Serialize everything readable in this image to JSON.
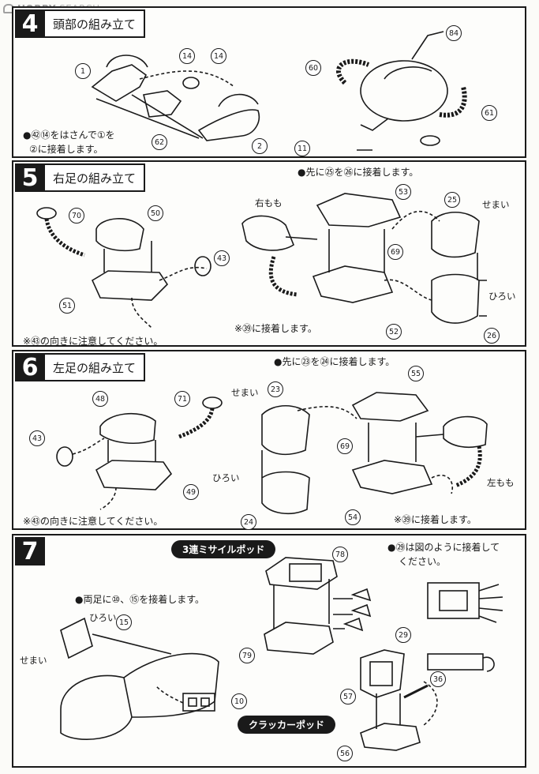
{
  "watermark": {
    "brand": "HOBBY",
    "suffix": "SEARCH"
  },
  "steps": [
    {
      "number": "4",
      "title": "頭部の組み立て",
      "notes": [
        "●㊷⑭をはさんで①を",
        "②に接着します。"
      ],
      "parts": [
        "1",
        "14",
        "14",
        "62",
        "2",
        "84",
        "60",
        "61",
        "11"
      ]
    },
    {
      "number": "5",
      "title": "右足の組み立て",
      "notes": [
        "●先に㉕を㉖に接着します。",
        "※㊸の向きに注意してください。",
        "※㊴に接着します。"
      ],
      "labels": [
        "右もも",
        "せまい",
        "ひろい"
      ],
      "parts": [
        "70",
        "50",
        "43",
        "51",
        "53",
        "25",
        "69",
        "52",
        "26"
      ]
    },
    {
      "number": "6",
      "title": "左足の組み立て",
      "notes": [
        "●先に㉓を㉔に接着します。",
        "※㊸の向きに注意してください。",
        "※㊴に接着します。"
      ],
      "labels": [
        "せまい",
        "ひろい",
        "左もも"
      ],
      "parts": [
        "48",
        "71",
        "23",
        "55",
        "43",
        "69",
        "49",
        "24",
        "54"
      ]
    },
    {
      "number": "7",
      "title": "",
      "badges": [
        "3連ミサイルポッド",
        "クラッカーポッド"
      ],
      "notes": [
        "●両足に⑩、⑮を接着します。",
        "●㉙は図のように接着して",
        "ください。"
      ],
      "labels": [
        "ひろい",
        "せまい"
      ],
      "parts": [
        "78",
        "15",
        "29",
        "79",
        "36",
        "57",
        "10",
        "56"
      ]
    }
  ]
}
